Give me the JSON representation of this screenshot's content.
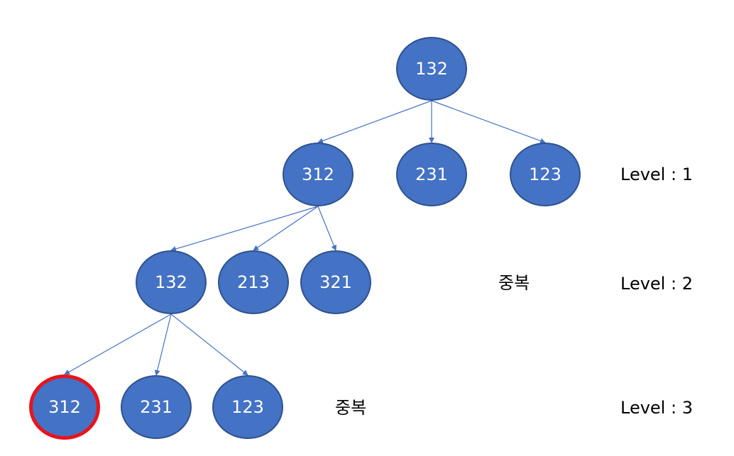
{
  "colors": {
    "node_fill": "#4472c4",
    "node_border": "#2f528f",
    "edge": "#4472c4",
    "highlight_border": "#e8141c",
    "text": "#ffffff"
  },
  "tree": {
    "nodes": [
      {
        "id": "root",
        "label": "132"
      },
      {
        "id": "l1a",
        "label": "312"
      },
      {
        "id": "l1b",
        "label": "231"
      },
      {
        "id": "l1c",
        "label": "123"
      },
      {
        "id": "l2a",
        "label": "132"
      },
      {
        "id": "l2b",
        "label": "213"
      },
      {
        "id": "l2c",
        "label": "321"
      },
      {
        "id": "l3a",
        "label": "312",
        "highlighted": true
      },
      {
        "id": "l3b",
        "label": "231"
      },
      {
        "id": "l3c",
        "label": "123"
      }
    ],
    "edges": [
      {
        "from": "root",
        "to": "l1a"
      },
      {
        "from": "root",
        "to": "l1b"
      },
      {
        "from": "root",
        "to": "l1c"
      },
      {
        "from": "l1a",
        "to": "l2a"
      },
      {
        "from": "l1a",
        "to": "l2b"
      },
      {
        "from": "l1a",
        "to": "l2c"
      },
      {
        "from": "l2a",
        "to": "l3a"
      },
      {
        "from": "l2a",
        "to": "l3b"
      },
      {
        "from": "l2a",
        "to": "l3c"
      }
    ]
  },
  "annotations": {
    "duplicate_level2": "중복",
    "duplicate_level3": "중복"
  },
  "levels": {
    "level1": "Level : 1",
    "level2": "Level : 2",
    "level3": "Level : 3"
  }
}
